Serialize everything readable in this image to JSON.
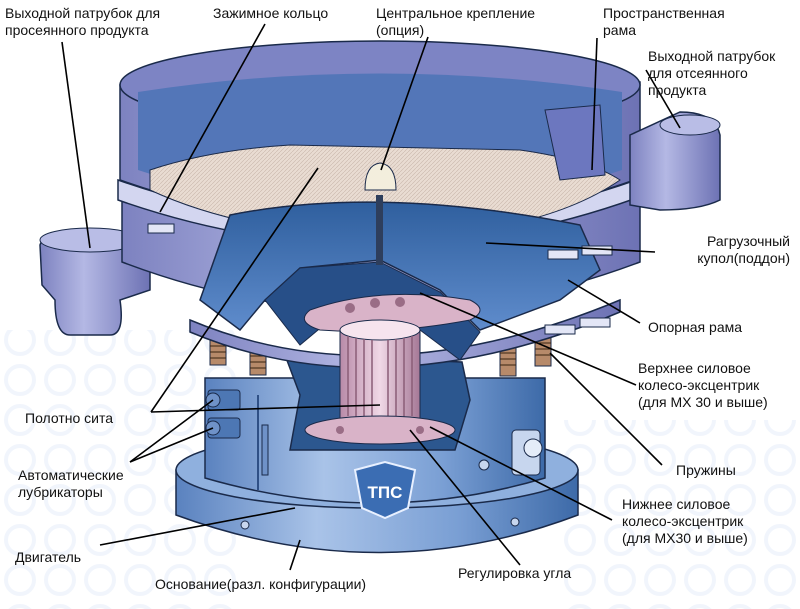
{
  "labels": {
    "outlet_sifted": "Выходной патрубок для\nпросеянного продукта",
    "clamp_ring": "Зажимное кольцо",
    "central_mount": "Центральное крепление\n(опция)",
    "space_frame": "Пространственная\nрама",
    "outlet_rejected": "Выходной патрубок\nдля отсеянного\nпродукта",
    "discharge_dome": "Рагрузочный\nкупол(поддон)",
    "support_frame": "Опорная рама",
    "upper_weight": "Верхнее силовое\nколесо-эксцентрик\n(для МХ 30 и выше)",
    "screen_cloth": "Полотно сита",
    "springs": "Пружины",
    "lubricators": "Автоматические\nлубрикаторы",
    "lower_weight": "Нижнее силовое\nколесо-эксцентрик\n(для МХ30 и выше)",
    "motor": "Двигатель",
    "angle_adjust": "Регулировка угла",
    "base": "Основание(разл. конфигурации)"
  },
  "logo_text": "ТПС",
  "colors": {
    "body_light": "#a9c3e8",
    "body_mid": "#7a9fd4",
    "body_dark": "#3d6aa8",
    "rim_purple": "#9a9fd4",
    "screen_mesh": "#e7d8cf",
    "weight_pink": "#d9b3c8",
    "outline": "#1a2a4a",
    "leader": "#000000"
  }
}
